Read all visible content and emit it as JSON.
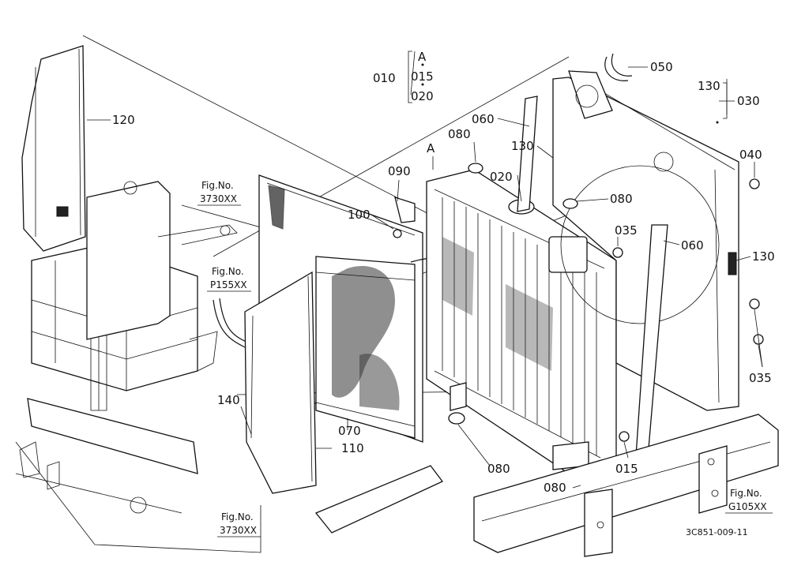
{
  "labels": {
    "p010": "010",
    "p015a": "015",
    "p020a": "020",
    "groupA": "A",
    "p050": "050",
    "p130a": "130",
    "p030": "030",
    "p120": "120",
    "p060a": "060",
    "p080a": "080",
    "p130b": "130",
    "pA2": "A",
    "p090": "090",
    "p020b": "020",
    "p040": "040",
    "p080b": "080",
    "p100": "100",
    "p035a": "035",
    "p060b": "060",
    "p130c": "130",
    "p035b": "035",
    "p140": "140",
    "p070": "070",
    "p110": "110",
    "p080c": "080",
    "p015b": "015",
    "p080d": "080"
  },
  "figrefs": {
    "r1_a": "Fig.No.",
    "r1_b": "3730XX",
    "r2_a": "Fig.No.",
    "r2_b": "P155XX",
    "r3_a": "Fig.No.",
    "r3_b": "3730XX",
    "r4_a": "Fig.No.",
    "r4_b": "G105XX"
  },
  "drawing_code": "3C851-009-11"
}
